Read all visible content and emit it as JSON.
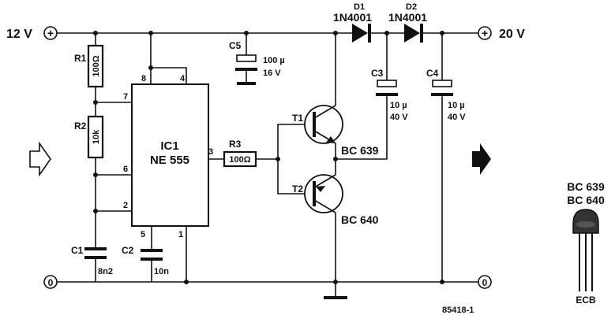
{
  "rails": {
    "input_voltage": "12 V",
    "output_voltage": "20 V",
    "ground_left": "0",
    "ground_right": "0",
    "plus_symbol": "+"
  },
  "ic": {
    "ref": "IC1",
    "part": "NE 555",
    "pins": [
      "8",
      "4",
      "7",
      "6",
      "2",
      "5",
      "1",
      "3"
    ]
  },
  "resistors": [
    {
      "ref": "R1",
      "value": "100Ω"
    },
    {
      "ref": "R2",
      "value": "10k"
    },
    {
      "ref": "R3",
      "value": "100Ω"
    }
  ],
  "capacitors": [
    {
      "ref": "C1",
      "value": "8n2"
    },
    {
      "ref": "C2",
      "value": "10n"
    },
    {
      "ref": "C3",
      "value_line1": "10 µ",
      "value_line2": "40 V"
    },
    {
      "ref": "C4",
      "value_line1": "10 µ",
      "value_line2": "40 V"
    },
    {
      "ref": "C5",
      "value_line1": "100 µ",
      "value_line2": "16 V"
    }
  ],
  "diodes": [
    {
      "ref": "D1",
      "part": "1N4001"
    },
    {
      "ref": "D2",
      "part": "1N4001"
    }
  ],
  "transistors": [
    {
      "ref": "T1",
      "part": "BC 639"
    },
    {
      "ref": "T2",
      "part": "BC 640"
    }
  ],
  "package": {
    "line1": "BC 639",
    "line2": "BC 640",
    "pins": "ECB"
  },
  "figure_number": "85418-1"
}
